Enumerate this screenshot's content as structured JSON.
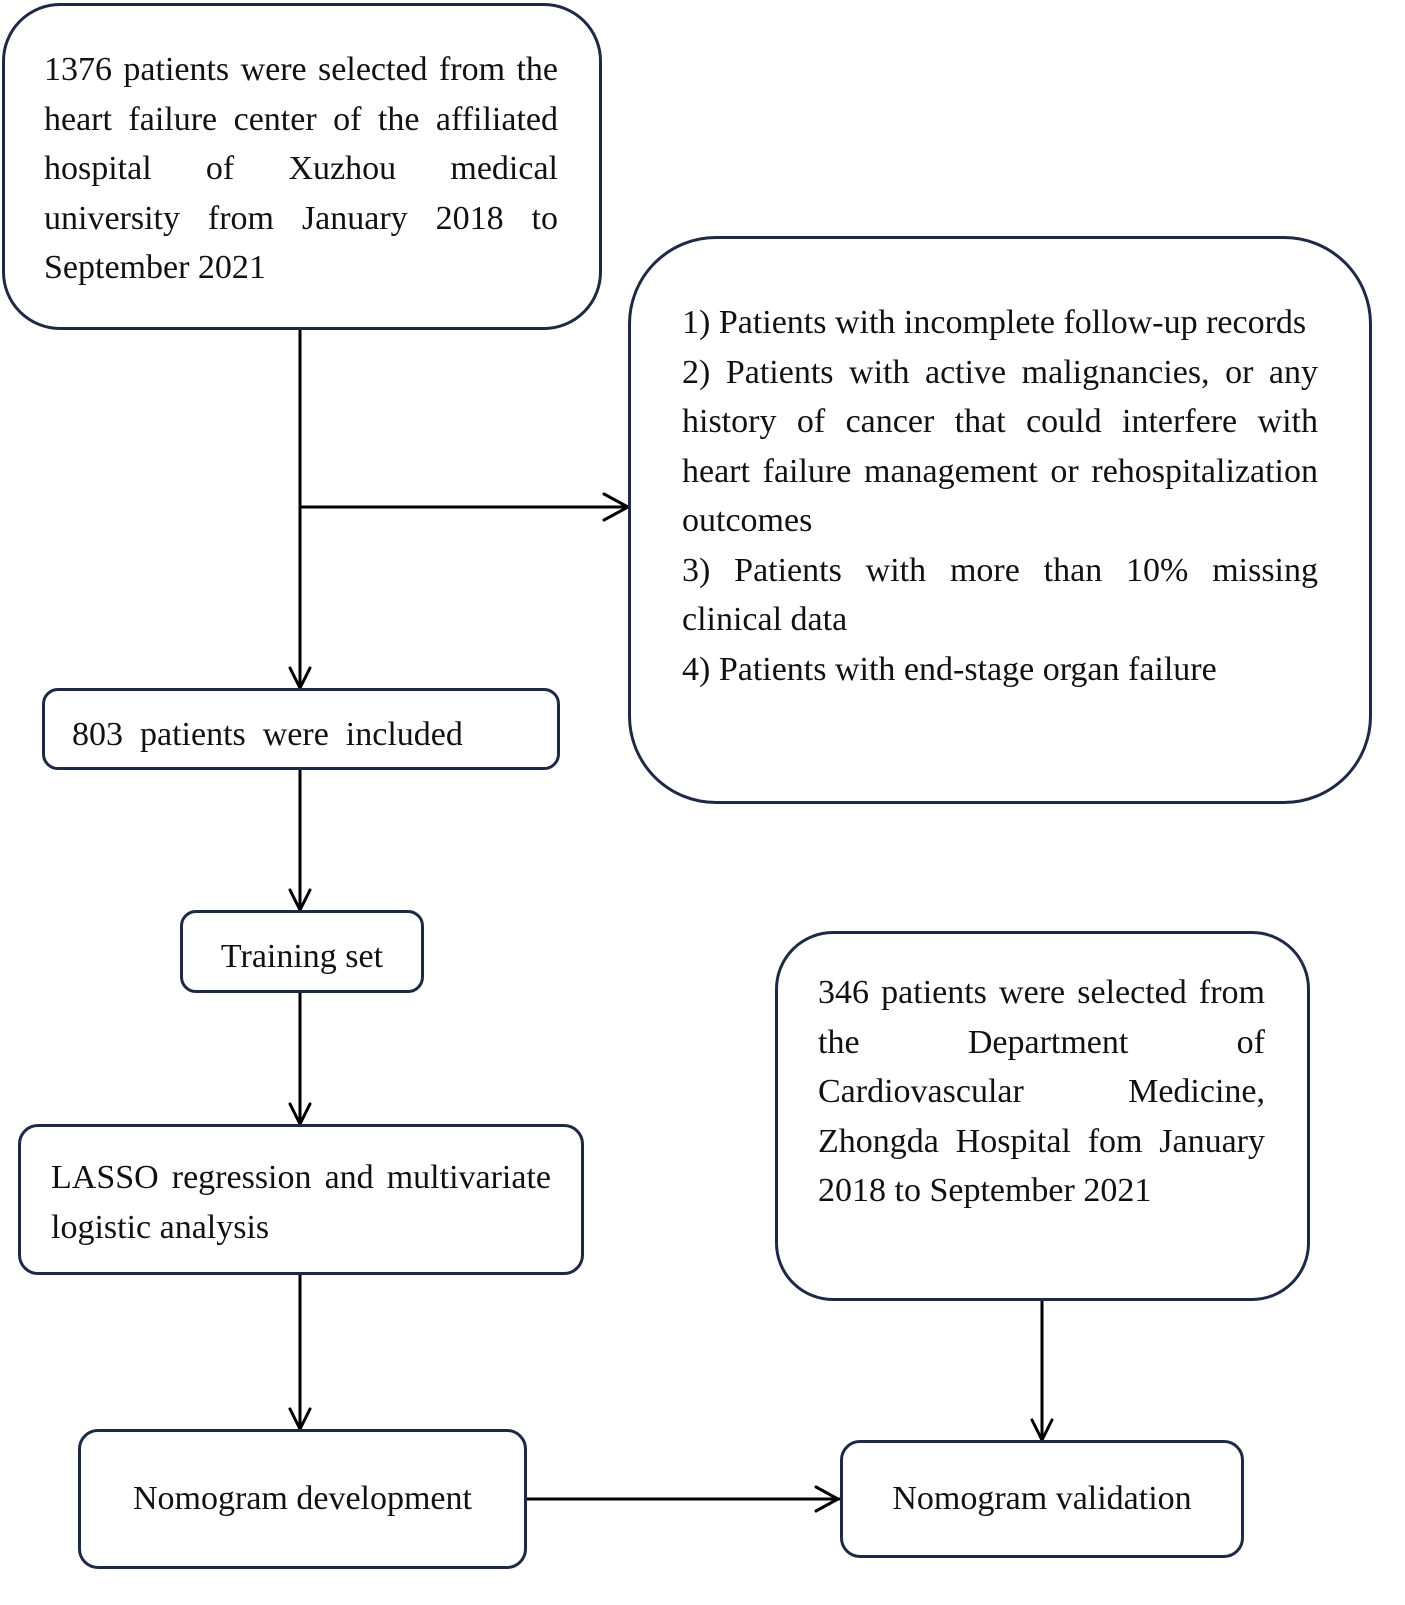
{
  "boxes": {
    "source": "1376 patients were selected from the heart failure center of the affiliated hospital of Xuzhou medical university from January 2018 to September 2021",
    "exclusion": [
      "1) Patients with incomplete follow-up records",
      "2) Patients with active malignancies, or any history of cancer that could interfere with heart failure management or rehospitalization outcomes",
      "3) Patients with more than 10% missing clinical data",
      "4) Patients with end-stage organ failure"
    ],
    "included": "803  patients  were  included",
    "training": "Training set",
    "analysis": "LASSO regression and multivariate logistic analysis",
    "validation_source": "346 patients were selected from the Department of Cardiovascular Medicine, Zhongda Hospital fom January 2018 to September 2021",
    "development": "Nomogram development",
    "validation": "Nomogram validation"
  },
  "colors": {
    "border": "#1e2a44",
    "line": "#000000"
  }
}
